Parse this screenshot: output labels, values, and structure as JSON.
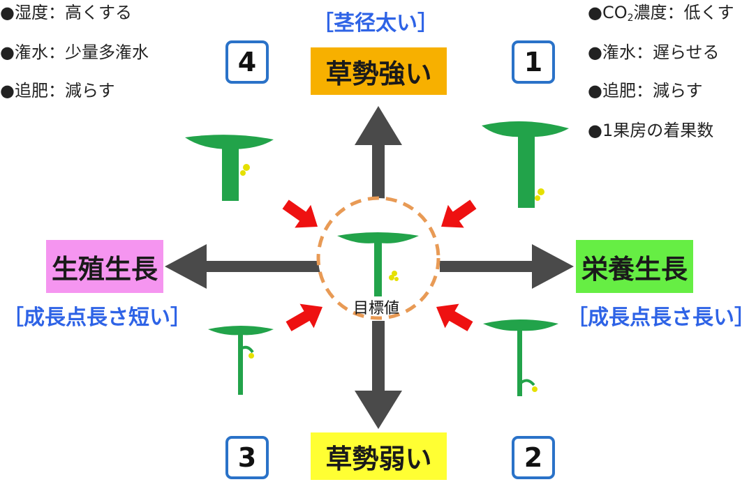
{
  "conditions_top_left": [
    "●湿度：高くする",
    "●潅水：少量多潅水",
    "●追肥：減らす"
  ],
  "conditions_top_right": {
    "co2_prefix": "●CO",
    "co2_sub": "2",
    "co2_suffix": "濃度：低くす",
    "items": [
      "●潅水：遅らせる",
      "●追肥：減らす",
      "●1果房の着果数"
    ]
  },
  "top": {
    "bracket": "［茎径太い］",
    "box": "草勢強い",
    "box_color": "#f7b000"
  },
  "bottom": {
    "box": "草勢弱い",
    "box_color": "#ffff33"
  },
  "left": {
    "box": "生殖生長",
    "box_color": "#f595f0",
    "bracket": "［成長点長さ短い］"
  },
  "right": {
    "box": "栄養生長",
    "box_color": "#66ee44",
    "bracket": "［成長点長さ長い］"
  },
  "quadrants": {
    "q1": "1",
    "q2": "2",
    "q3": "3",
    "q4": "4"
  },
  "center": {
    "label": "目標値"
  },
  "colors": {
    "arrow_dark": "#4a4a4a",
    "arrow_red": "#ee1111",
    "plant_green": "#22a34a",
    "flower_yellow": "#e5e000",
    "target_circle": "#e89a55",
    "bracket_blue": "#2e63e6",
    "quadrant_border": "#2a72c8"
  }
}
